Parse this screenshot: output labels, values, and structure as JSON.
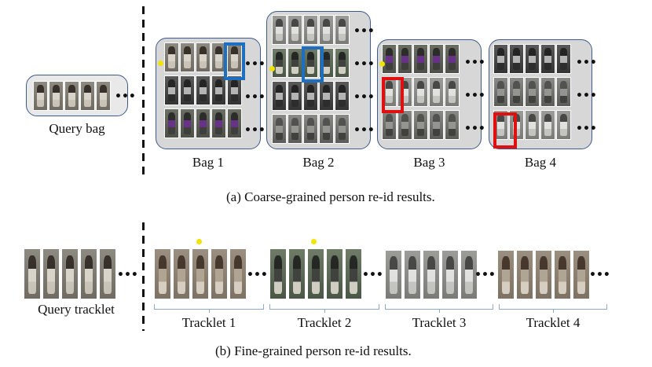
{
  "query_bag": {
    "label": "Query bag"
  },
  "bags": [
    {
      "label": "Bag 1"
    },
    {
      "label": "Bag 2"
    },
    {
      "label": "Bag 3"
    },
    {
      "label": "Bag 4"
    }
  ],
  "caption_a": "(a) Coarse-grained person re-id results.",
  "query_tracklet": {
    "label": "Query tracklet"
  },
  "tracklets": [
    {
      "label": "Tracklet 1"
    },
    {
      "label": "Tracklet 2"
    },
    {
      "label": "Tracklet 3"
    },
    {
      "label": "Tracklet 4"
    }
  ],
  "caption_b": "(b) Fine-grained person re-id results.",
  "ellipsis": "•••",
  "colors": {
    "bag_border": "#3e5a8a",
    "bag_fill": "#d7d7d7",
    "highlight_blue": "#1f6fc0",
    "highlight_red": "#e01010",
    "marker_yellow": "#f2e300",
    "brace": "#8fa9c9"
  }
}
